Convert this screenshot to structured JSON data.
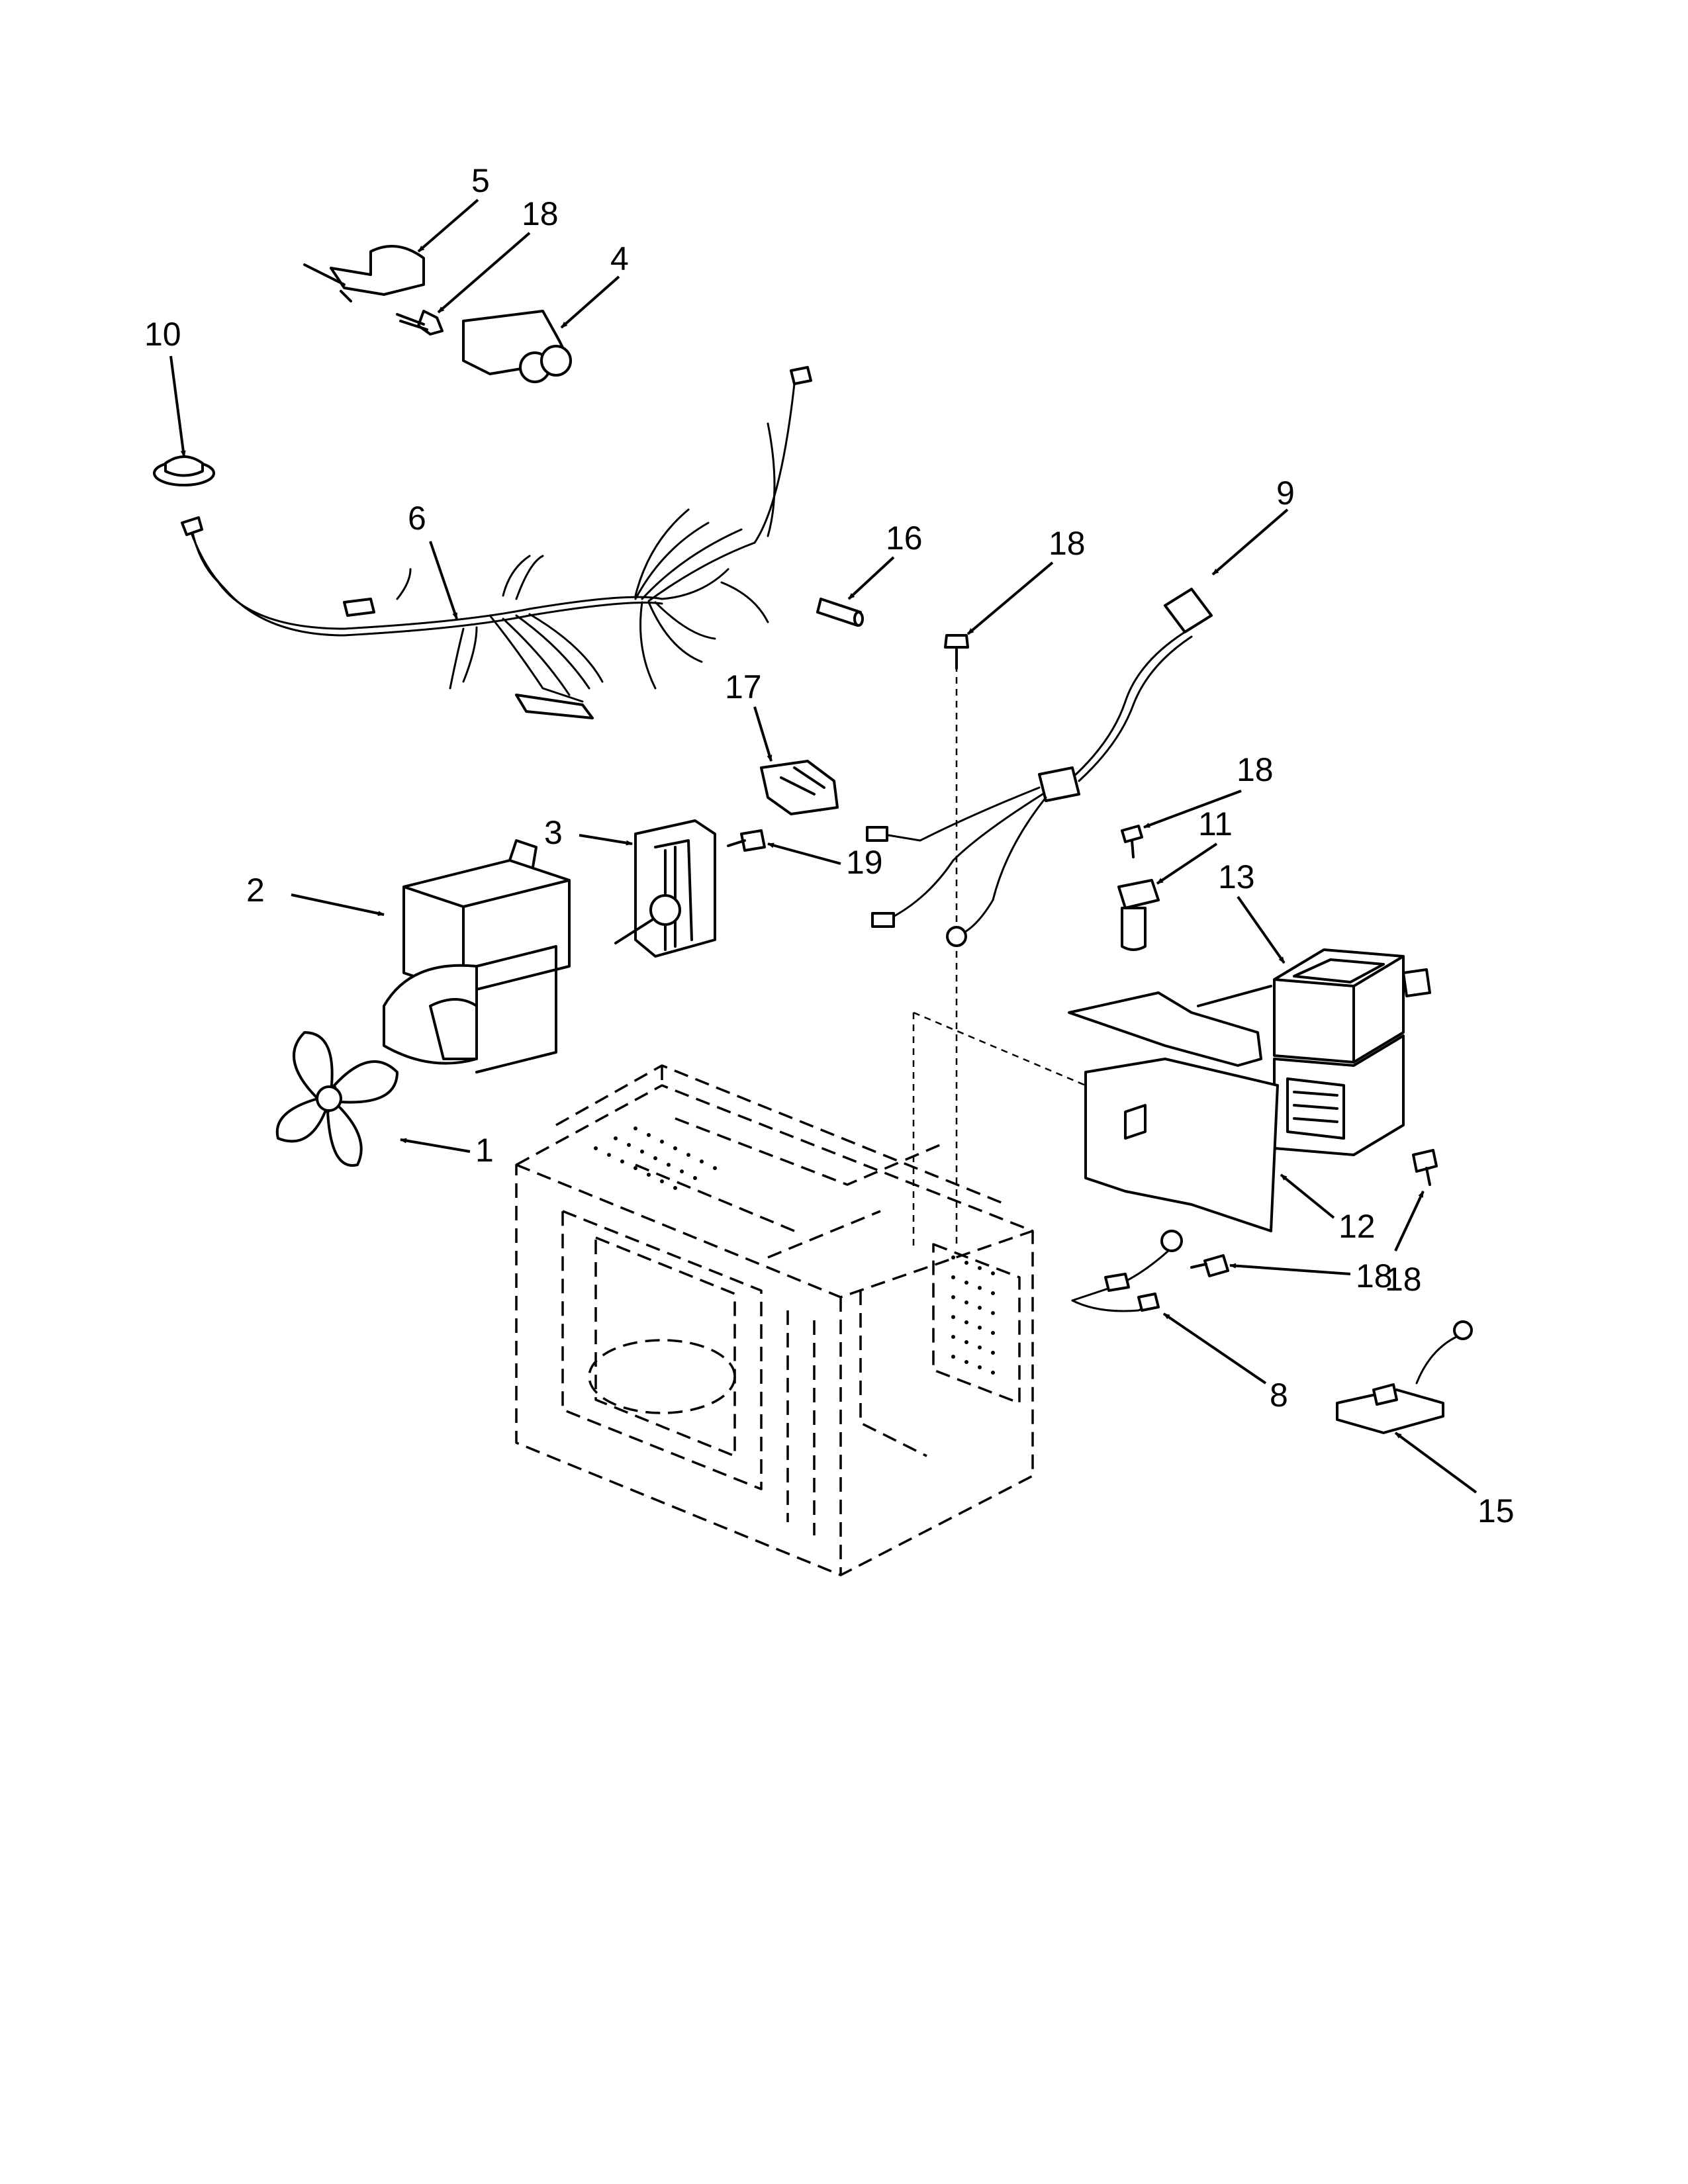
{
  "callouts": [
    {
      "id": "1",
      "text": "1"
    },
    {
      "id": "2",
      "text": "2"
    },
    {
      "id": "3",
      "text": "3"
    },
    {
      "id": "4",
      "text": "4"
    },
    {
      "id": "5",
      "text": "5"
    },
    {
      "id": "6",
      "text": "6"
    },
    {
      "id": "8",
      "text": "8"
    },
    {
      "id": "9",
      "text": "9"
    },
    {
      "id": "10",
      "text": "10"
    },
    {
      "id": "11",
      "text": "11"
    },
    {
      "id": "12",
      "text": "12"
    },
    {
      "id": "13",
      "text": "13"
    },
    {
      "id": "15",
      "text": "15"
    },
    {
      "id": "16",
      "text": "16"
    },
    {
      "id": "17",
      "text": "17"
    },
    {
      "id": "18a",
      "text": "18"
    },
    {
      "id": "18b",
      "text": "18"
    },
    {
      "id": "18c",
      "text": "18"
    },
    {
      "id": "18d",
      "text": "18"
    },
    {
      "id": "18e",
      "text": "18"
    },
    {
      "id": "19",
      "text": "19"
    }
  ]
}
